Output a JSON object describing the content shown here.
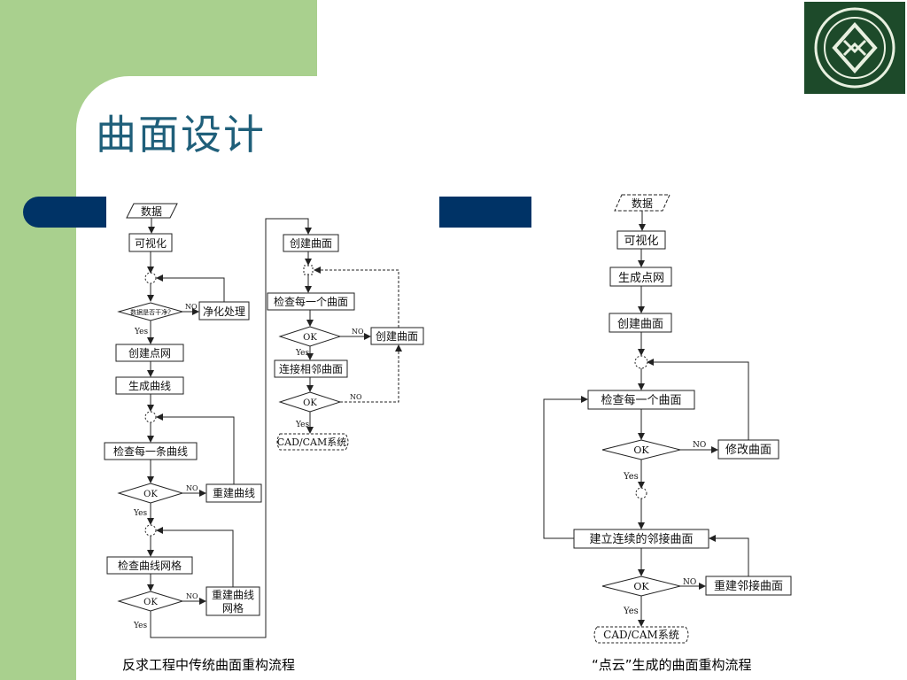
{
  "title": "曲面设计",
  "left_flow": {
    "caption": "反求工程中传统曲面重构流程",
    "data": "数据",
    "visualize": "可视化",
    "clean_q": "数据是否干净?",
    "clean_proc": "净化处理",
    "point_net": "创建点网",
    "gen_curve": "生成曲线",
    "check_curve": "检查每一条曲线",
    "rebuild_curve": "重建曲线",
    "check_grid": "检查曲线网格",
    "rebuild_grid_1": "重建曲线",
    "rebuild_grid_2": "网格",
    "create_surf": "创建曲面",
    "check_surf": "检查每一个曲面",
    "create_surf_2": "创建曲面",
    "connect_surf": "连接相邻曲面",
    "cad": "CAD/CAM系统",
    "ok": "OK",
    "yes": "Yes",
    "no": "NO"
  },
  "right_flow": {
    "caption": "“点云”生成的曲面重构流程",
    "data": "数据",
    "visualize": "可视化",
    "point_net": "生成点网",
    "create_surf": "创建曲面",
    "check_surf": "检查每一个曲面",
    "modify_surf": "修改曲面",
    "build_adj": "建立连续的邻接曲面",
    "rebuild_adj": "重建邻接曲面",
    "cad": "CAD/CAM系统",
    "ok": "OK",
    "yes": "Yes",
    "no": "NO"
  },
  "colors": {
    "green": "#a9d08e",
    "navy": "#003366",
    "title": "#1f5f7a"
  },
  "logo_icon": "university-seal-icon"
}
